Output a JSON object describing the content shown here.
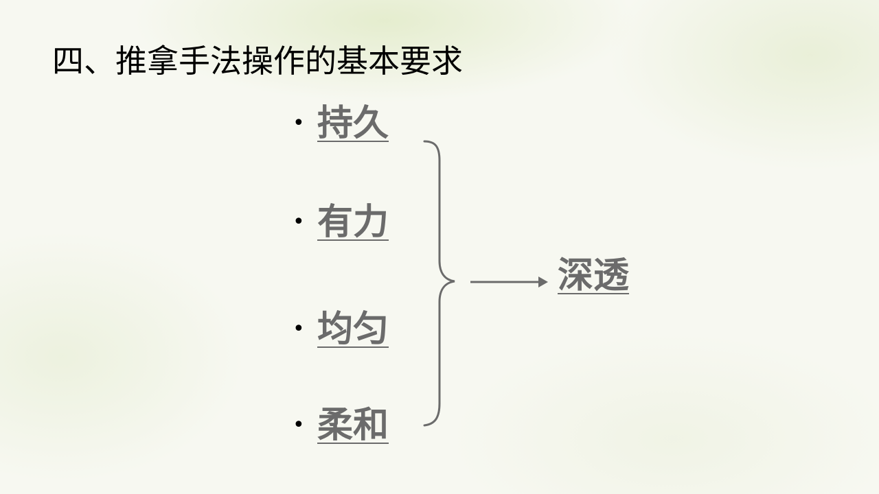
{
  "slide": {
    "title": "四、推拿手法操作的基本要求",
    "requirements": [
      {
        "bullet": "•",
        "label": "持久"
      },
      {
        "bullet": "•",
        "label": "有力"
      },
      {
        "bullet": "•",
        "label": "均匀"
      },
      {
        "bullet": "•",
        "label": "柔和"
      }
    ],
    "result": "深透",
    "colors": {
      "term_text": "#6b6b6b",
      "connector": "#6b6b6b",
      "title_text": "#000000"
    }
  }
}
